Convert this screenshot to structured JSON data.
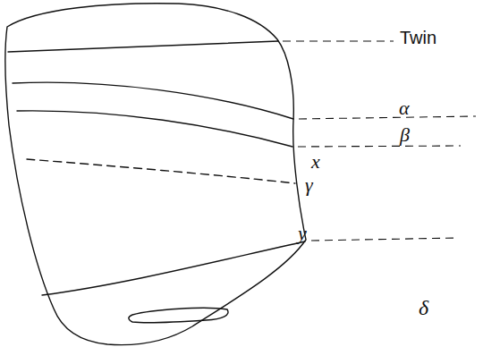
{
  "diagram": {
    "labels": [
      "Twin",
      "α",
      "β",
      "x",
      "γ",
      "y",
      "δ"
    ]
  }
}
